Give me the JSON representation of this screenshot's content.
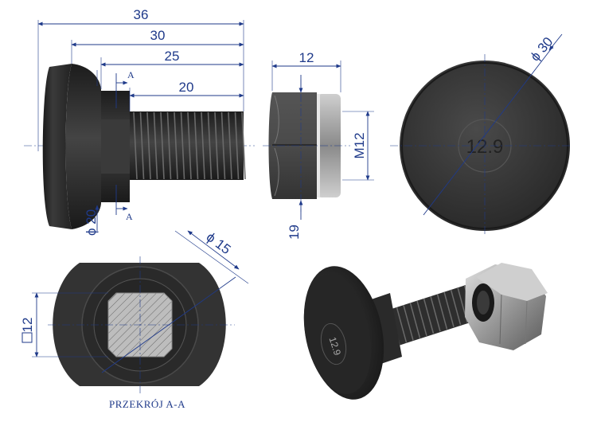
{
  "dimensions": {
    "total_length": "36",
    "length_30": "30",
    "length_25": "25",
    "thread_length": "20",
    "nut_width": "12",
    "thread_size": "M12",
    "nut_across_flats": "19",
    "neck_diameter": "ϕ 20",
    "head_diameter": "ϕ 30",
    "section_diameter": "ϕ 15",
    "square_size": "12"
  },
  "section_marker": "A",
  "section_title": "PRZEKRÓJ A-A",
  "grade_mark": "12.9",
  "colors": {
    "dimension": "#1f3a8a",
    "body": "#2c2c2c",
    "steel": "#a8a8a8"
  }
}
